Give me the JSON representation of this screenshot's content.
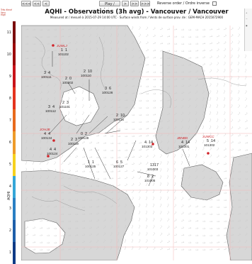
{
  "controls": {
    "btn1": "<<<",
    "btn2": "<<",
    "btn3": "<",
    "play": "Play / Animer",
    "btn4": ">",
    "btn5": ">>",
    "btn6": ">>>",
    "reverse": "Reverse order / Ordre inverse"
  },
  "map": {
    "title": "AQHI - Observations (3h avg) - Vancouver / Vancouver",
    "subtitle": "Measured at / mesuré à 2015-07-29 14:00 UTC  ·  Surface winds from / Vents de surface prov. de : GEM-MACH 2015072900"
  },
  "legend": {
    "title": "AQHI",
    "top_note": [
      "Très élevé",
      "Very",
      "High"
    ],
    "labels": [
      "11",
      "10",
      "9",
      "8",
      "7",
      "6",
      "5",
      "4",
      "3",
      "2",
      "1"
    ],
    "colors": [
      "#7b0c0c",
      "#9c0a0a",
      "#c8141a",
      "#e4331e",
      "#e86a1c",
      "#ee9b2a",
      "#f6d11e",
      "#35a6d8",
      "#2a7fc3",
      "#1e5fa9",
      "#0f3b86"
    ]
  },
  "colors": {
    "water": "#ffffff",
    "land_shade": "#d7d7d7",
    "coast": "#5d5d5d",
    "grid": "#f2b6b6",
    "wind": "#c8c8c8",
    "aqhi_label": "#d1242a"
  },
  "stations": [
    {
      "id": "101102",
      "vals": [
        "1",
        "1"
      ],
      "aqhi": "JUWLJ"
    },
    {
      "id": "100111",
      "vals": [
        "3",
        "4"
      ]
    },
    {
      "id": "100202",
      "vals": [
        "2",
        "0"
      ]
    },
    {
      "id": "100126",
      "vals": [
        "3",
        "6"
      ]
    },
    {
      "id": "100112",
      "vals": [
        "3",
        "4"
      ]
    },
    {
      "id": "100110",
      "vals": [
        "2",
        "10"
      ]
    },
    {
      "id": "101101",
      "vals": [
        "2",
        "3"
      ]
    },
    {
      "id": "100115",
      "vals": [
        "2",
        "10"
      ]
    },
    {
      "id": "100134",
      "vals": [
        "4",
        "4"
      ],
      "aqhi": "JOHJB"
    },
    {
      "id": "100128",
      "vals": [
        "0",
        "2"
      ]
    },
    {
      "id": "100119",
      "vals": [
        "2",
        "3"
      ]
    },
    {
      "id": "100127",
      "vals": [
        "6",
        "5"
      ]
    },
    {
      "id": "101303",
      "vals": [
        "4",
        "14"
      ]
    },
    {
      "id": "101301",
      "vals": [
        "4",
        "14"
      ],
      "aqhi": "JBNBD"
    },
    {
      "id": "101302",
      "vals": [
        "5",
        "14"
      ],
      "aqhi": "JUWCC"
    },
    {
      "id": "100125",
      "vals": [
        "1",
        "1"
      ]
    },
    {
      "id": "100124",
      "vals": [
        "4",
        "4"
      ]
    },
    {
      "id": "101005",
      "vals": [
        "8",
        "2"
      ]
    },
    {
      "id": "101003",
      "vals": [
        "13",
        "17"
      ]
    }
  ]
}
